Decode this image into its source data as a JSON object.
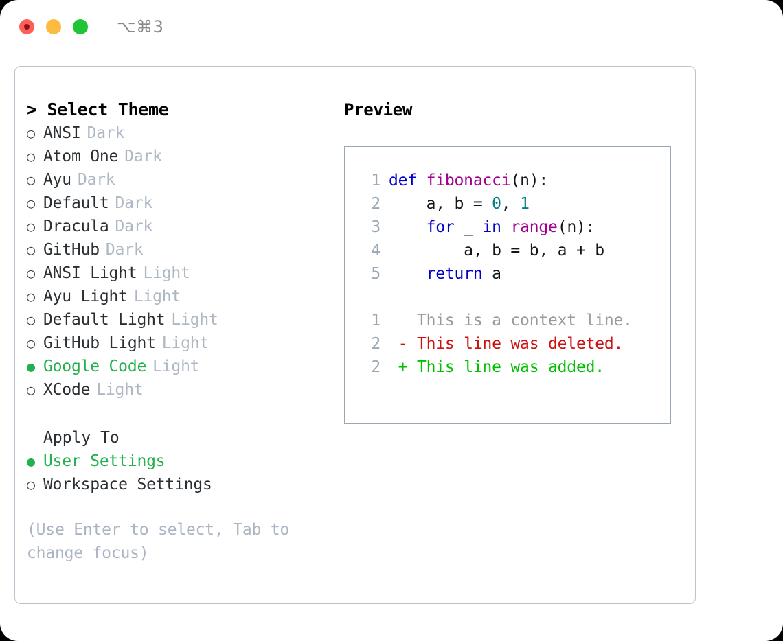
{
  "titlebar": {
    "shortcut": "⌥⌘3",
    "buttons": [
      {
        "name": "close",
        "color": "#fc6058"
      },
      {
        "name": "minimize",
        "color": "#fdbc40"
      },
      {
        "name": "maximize",
        "color": "#21c435"
      }
    ]
  },
  "theme_picker": {
    "header": "> Select Theme",
    "selected": "Google Code",
    "options": [
      {
        "bullet": "○",
        "name": "ANSI",
        "category": "Dark",
        "selected": false
      },
      {
        "bullet": "○",
        "name": "Atom One",
        "category": "Dark",
        "selected": false
      },
      {
        "bullet": "○",
        "name": "Ayu",
        "category": "Dark",
        "selected": false
      },
      {
        "bullet": "○",
        "name": "Default",
        "category": "Dark",
        "selected": false
      },
      {
        "bullet": "○",
        "name": "Dracula",
        "category": "Dark",
        "selected": false
      },
      {
        "bullet": "○",
        "name": "GitHub",
        "category": "Dark",
        "selected": false
      },
      {
        "bullet": "○",
        "name": "ANSI Light",
        "category": "Light",
        "selected": false
      },
      {
        "bullet": "○",
        "name": "Ayu Light",
        "category": "Light",
        "selected": false
      },
      {
        "bullet": "○",
        "name": "Default Light",
        "category": "Light",
        "selected": false
      },
      {
        "bullet": "○",
        "name": "GitHub Light",
        "category": "Light",
        "selected": false
      },
      {
        "bullet": "●",
        "name": "Google Code",
        "category": "Light",
        "selected": true
      },
      {
        "bullet": "○",
        "name": "XCode",
        "category": "Light",
        "selected": false
      }
    ]
  },
  "apply_to": {
    "header": "Apply To",
    "selected": "User Settings",
    "options": [
      {
        "bullet": "●",
        "name": "User Settings",
        "selected": true
      },
      {
        "bullet": "○",
        "name": "Workspace Settings",
        "selected": false
      }
    ]
  },
  "hint": "(Use Enter to select, Tab to change focus)",
  "preview": {
    "title": "Preview",
    "code_lines": [
      {
        "no": "1",
        "tokens": [
          {
            "t": "def ",
            "c": "kw"
          },
          {
            "t": "fibonacci",
            "c": "fn"
          },
          {
            "t": "(n):",
            "c": "txt"
          }
        ]
      },
      {
        "no": "2",
        "tokens": [
          {
            "t": "    a, b = ",
            "c": "txt"
          },
          {
            "t": "0",
            "c": "num"
          },
          {
            "t": ", ",
            "c": "txt"
          },
          {
            "t": "1",
            "c": "num"
          }
        ]
      },
      {
        "no": "3",
        "tokens": [
          {
            "t": "    ",
            "c": "txt"
          },
          {
            "t": "for",
            "c": "kw"
          },
          {
            "t": " _ ",
            "c": "txt"
          },
          {
            "t": "in",
            "c": "kw"
          },
          {
            "t": " ",
            "c": "txt"
          },
          {
            "t": "range",
            "c": "fn"
          },
          {
            "t": "(n):",
            "c": "txt"
          }
        ]
      },
      {
        "no": "4",
        "tokens": [
          {
            "t": "        a, b = b, a + b",
            "c": "txt"
          }
        ]
      },
      {
        "no": "5",
        "tokens": [
          {
            "t": "    ",
            "c": "txt"
          },
          {
            "t": "return",
            "c": "kw"
          },
          {
            "t": " a",
            "c": "txt"
          }
        ]
      }
    ],
    "diff_lines": [
      {
        "no": "1",
        "tokens": [
          {
            "t": "   This is a context line.",
            "c": "ctx"
          }
        ]
      },
      {
        "no": "2",
        "tokens": [
          {
            "t": " - This line was deleted.",
            "c": "del"
          }
        ]
      },
      {
        "no": "2",
        "tokens": [
          {
            "t": " + This line was added.",
            "c": "add"
          }
        ]
      }
    ]
  }
}
